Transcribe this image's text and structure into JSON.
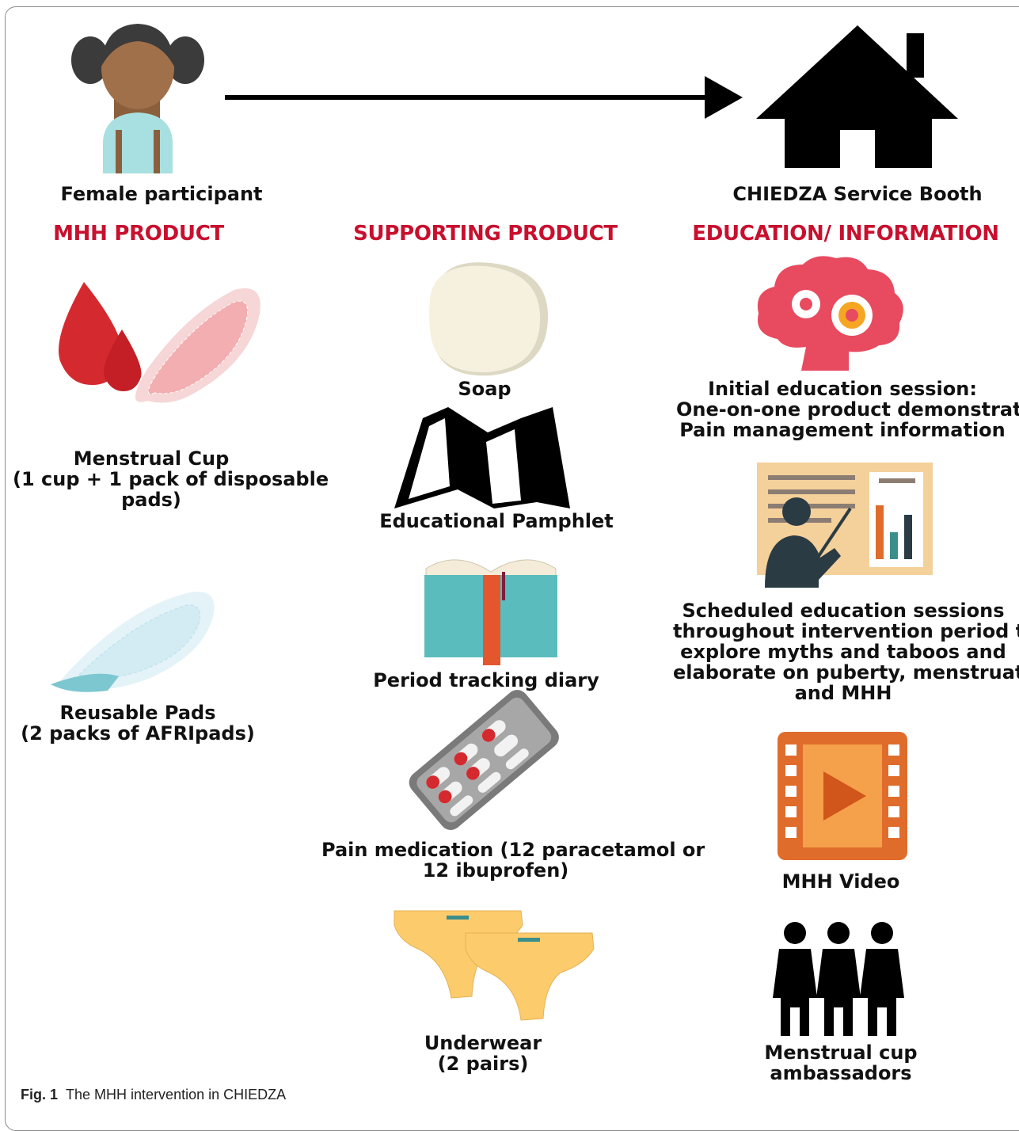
{
  "participant": {
    "label": "Female participant"
  },
  "booth": {
    "label": "CHIEDZA Service Booth"
  },
  "columns": {
    "mhh_product": {
      "header": "MHH PRODUCT",
      "items": [
        {
          "icon": "menstrual-cup-icon",
          "lines": [
            "Menstrual Cup",
            "(1 cup + 1 pack of disposable",
            "pads)"
          ]
        },
        {
          "icon": "reusable-pad-icon",
          "lines": [
            "Reusable Pads",
            "(2 packs of AFRIpads)"
          ]
        }
      ]
    },
    "supporting_product": {
      "header": "SUPPORTING PRODUCT",
      "items": [
        {
          "icon": "soap-icon",
          "lines": [
            "Soap"
          ]
        },
        {
          "icon": "pamphlet-icon",
          "lines": [
            "Educational  Pamphlet"
          ]
        },
        {
          "icon": "diary-icon",
          "lines": [
            "Period tracking diary"
          ]
        },
        {
          "icon": "pills-icon",
          "lines": [
            "Pain medication (12 paracetamol or",
            "12 ibuprofen)"
          ]
        },
        {
          "icon": "underwear-icon",
          "lines": [
            "Underwear",
            "(2 pairs)"
          ]
        }
      ]
    },
    "education": {
      "header": "EDUCATION/ INFORMATION",
      "items": [
        {
          "icon": "brain-gears-icon",
          "lines": [
            "Initial education session:",
            "One-on-one product demonstration",
            "Pain management information"
          ]
        },
        {
          "icon": "presentation-icon",
          "lines": [
            "Scheduled education sessions",
            "throughout intervention period that",
            "explore myths and taboos and",
            "elaborate on puberty, menstruation,",
            "and MHH"
          ]
        },
        {
          "icon": "video-icon",
          "lines": [
            "MHH Video"
          ]
        },
        {
          "icon": "ambassadors-icon",
          "lines": [
            "Menstrual cup",
            "ambassadors"
          ]
        }
      ]
    }
  },
  "caption": {
    "fig": "Fig. 1",
    "text": "The MHH intervention in CHIEDZA"
  },
  "colors": {
    "header_red": "#c8102e",
    "blood_red": "#d42a2f",
    "teal": "#5bbcbd",
    "orange": "#e06c2c",
    "yellow": "#fccb6b"
  }
}
